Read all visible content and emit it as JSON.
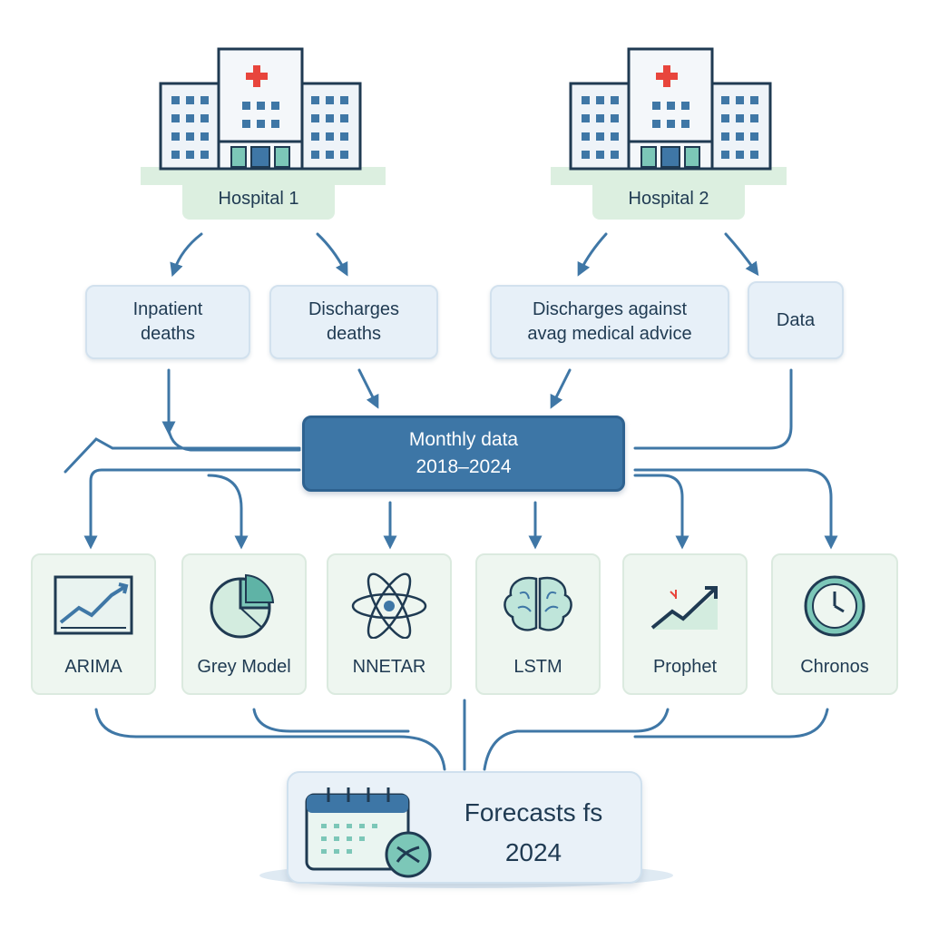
{
  "hospitals": [
    {
      "label": "Hospital 1"
    },
    {
      "label": "Hospital 2"
    }
  ],
  "metrics": [
    {
      "line1": "Inpatient",
      "line2": "deaths"
    },
    {
      "line1": "Discharges",
      "line2": "deaths"
    },
    {
      "line1": "Discharges against",
      "line2": "avag medical advice"
    },
    {
      "line1": "Data",
      "line2": ""
    }
  ],
  "center": {
    "line1": "Monthly data",
    "line2": "2018–2024"
  },
  "models": [
    {
      "label": "ARIMA",
      "icon": "line-chart-icon"
    },
    {
      "label": "Grey Model",
      "icon": "pie-chart-icon"
    },
    {
      "label": "NNETAR",
      "icon": "atom-icon"
    },
    {
      "label": "LSTM",
      "icon": "brain-icon"
    },
    {
      "label": "Prophet",
      "icon": "trend-up-icon"
    },
    {
      "label": "Chronos",
      "icon": "clock-icon"
    }
  ],
  "forecast": {
    "line1": "Forecasts fs",
    "line2": "2024",
    "icon": "calendar-icon"
  },
  "colors": {
    "arrow": "#3f77a6",
    "center": "#3d76a6",
    "hospital": "#dcefe0",
    "accent_red": "#e8453c"
  }
}
